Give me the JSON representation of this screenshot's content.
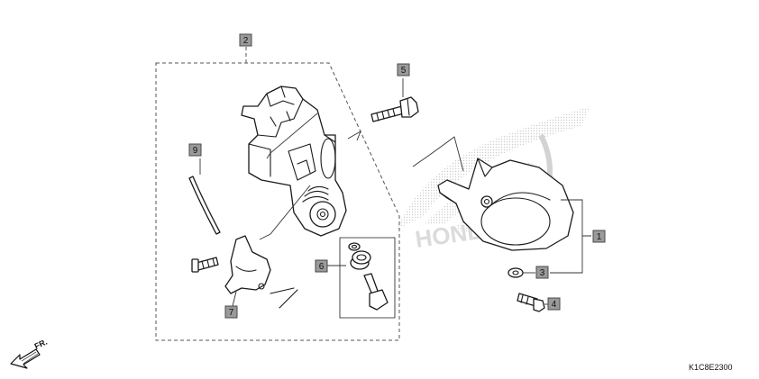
{
  "callouts": {
    "c1": "1",
    "c2": "2",
    "c3": "3",
    "c4": "4",
    "c5": "5",
    "c6": "6",
    "c7": "7",
    "c9": "9"
  },
  "direction_label": "FR.",
  "diagram_code": "K1C8E2300",
  "watermark_text": "HONDA",
  "colors": {
    "callout_fill": "#9a9a9a",
    "line": "#1a1a1a",
    "dash": "#555555",
    "watermark_dots": "#c8c8c8"
  }
}
